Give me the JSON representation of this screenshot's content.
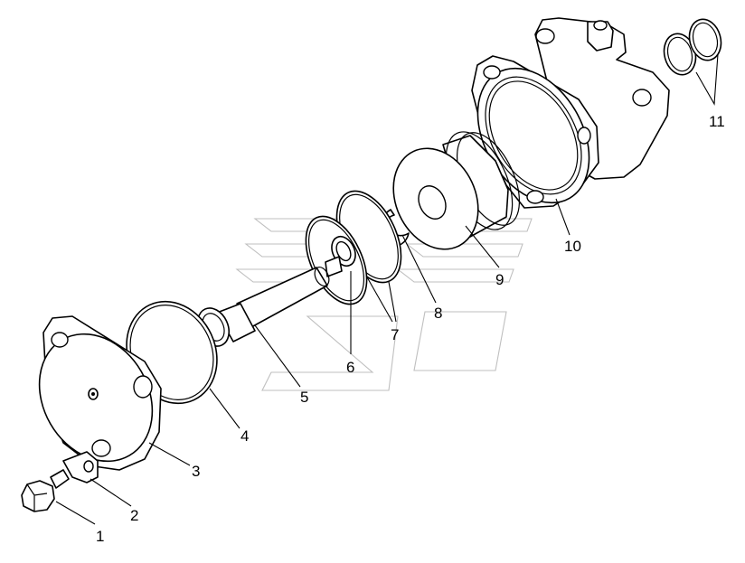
{
  "diagram": {
    "callouts": [
      {
        "id": "1",
        "text": "1"
      },
      {
        "id": "2",
        "text": "2"
      },
      {
        "id": "3",
        "text": "3"
      },
      {
        "id": "4",
        "text": "4"
      },
      {
        "id": "5",
        "text": "5"
      },
      {
        "id": "6",
        "text": "6"
      },
      {
        "id": "7",
        "text": "7"
      },
      {
        "id": "8",
        "text": "8"
      },
      {
        "id": "9",
        "text": "9"
      },
      {
        "id": "10",
        "text": "10"
      },
      {
        "id": "11",
        "text": "11"
      }
    ],
    "parts": [
      {
        "callout": "1",
        "shape": "hex-bolt"
      },
      {
        "callout": "2",
        "shape": "lock-washer"
      },
      {
        "callout": "3",
        "shape": "end-cover"
      },
      {
        "callout": "4",
        "shape": "o-ring"
      },
      {
        "callout": "5",
        "shape": "shaft"
      },
      {
        "callout": "6",
        "shape": "seal-ring"
      },
      {
        "callout": "7",
        "shape": "o-rings"
      },
      {
        "callout": "8",
        "shape": "retaining-ring"
      },
      {
        "callout": "9",
        "shape": "pulley-rotor"
      },
      {
        "callout": "10",
        "shape": "housing"
      },
      {
        "callout": "11",
        "shape": "o-rings"
      }
    ],
    "colors": {
      "line": "#000000",
      "background": "#ffffff",
      "watermark": "#bfbfbf"
    }
  }
}
